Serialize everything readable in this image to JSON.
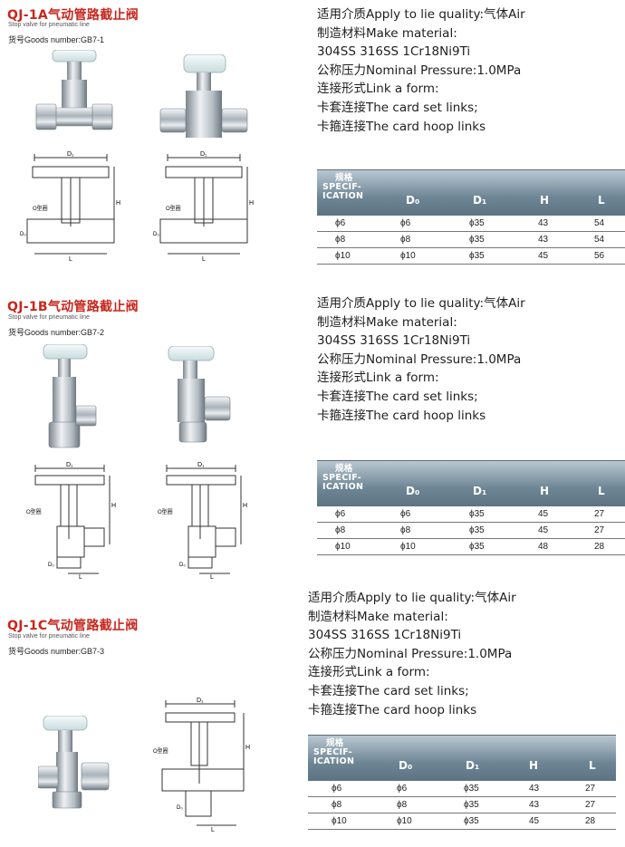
{
  "sections": [
    {
      "title": "QJ-1A气动管路截止阀",
      "subtitle": "Stop valve for pneumatic line",
      "goods": "货号Goods number:GB7-1",
      "specs": [
        "适用介质Apply to lie quality:气体Air",
        "制造材料Make material:",
        "304SS 316SS 1Cr18Ni9Ti",
        "公称压力Nominal Pressure:1.0MPa",
        "连接形式Link a form:",
        "卡套连接The card set links;",
        "卡箍连接The card hoop links"
      ],
      "diagram_labels": {
        "d1": "D₁",
        "h": "H",
        "oring": "O型圈",
        "d0": "D₀",
        "l": "L"
      },
      "table": {
        "spec_header": [
          "规格",
          "SPECIF-",
          "ICATION"
        ],
        "headers": [
          "D₀",
          "D₁",
          "H",
          "L"
        ],
        "rows": [
          [
            "ϕ6",
            "ϕ6",
            "ϕ35",
            "43",
            "54"
          ],
          [
            "ϕ8",
            "ϕ8",
            "ϕ35",
            "43",
            "54"
          ],
          [
            "ϕ10",
            "ϕ10",
            "ϕ35",
            "45",
            "56"
          ]
        ]
      }
    },
    {
      "title": "QJ-1B气动管路截止阀",
      "subtitle": "Stop valve for pneumatic line",
      "goods": "货号Goods number:GB7-2",
      "specs": [
        "适用介质Apply to lie quality:气体Air",
        "制造材料Make material:",
        "304SS 316SS 1Cr18Ni9Ti",
        "公称压力Nominal Pressure:1.0MPa",
        "连接形式Link a form:",
        "卡套连接The card set links;",
        "卡箍连接The card hoop links"
      ],
      "diagram_labels": {
        "d1": "D₁",
        "h": "H",
        "oring": "O型圈",
        "d0": "D₀",
        "l": "L"
      },
      "table": {
        "spec_header": [
          "规格",
          "SPECIF-",
          "ICATION"
        ],
        "headers": [
          "D₀",
          "D₁",
          "H",
          "L"
        ],
        "rows": [
          [
            "ϕ6",
            "ϕ6",
            "ϕ35",
            "45",
            "27"
          ],
          [
            "ϕ8",
            "ϕ8",
            "ϕ35",
            "45",
            "27"
          ],
          [
            "ϕ10",
            "ϕ10",
            "ϕ35",
            "48",
            "28"
          ]
        ]
      }
    },
    {
      "title": "QJ-1C气动管路截止阀",
      "subtitle": "Stop valve for pneumatic line",
      "goods": "货号Goods number:GB7-3",
      "specs": [
        "适用介质Apply to lie quality:气体Air",
        "制造材料Make material:",
        "304SS 316SS 1Cr18Ni9Ti",
        "公称压力Nominal Pressure:1.0MPa",
        "连接形式Link a form:",
        "卡套连接The card set links;",
        "卡箍连接The card hoop links"
      ],
      "diagram_labels": {
        "d1": "D₁",
        "h": "H",
        "oring": "O型圈",
        "d0": "D₀",
        "l": "L"
      },
      "table": {
        "spec_header": [
          "规格",
          "SPECIF-",
          "ICATION"
        ],
        "headers": [
          "D₀",
          "D₁",
          "H",
          "L"
        ],
        "rows": [
          [
            "ϕ6",
            "ϕ6",
            "ϕ35",
            "43",
            "27"
          ],
          [
            "ϕ8",
            "ϕ8",
            "ϕ35",
            "43",
            "27"
          ],
          [
            "ϕ10",
            "ϕ10",
            "ϕ35",
            "45",
            "28"
          ]
        ]
      }
    }
  ]
}
